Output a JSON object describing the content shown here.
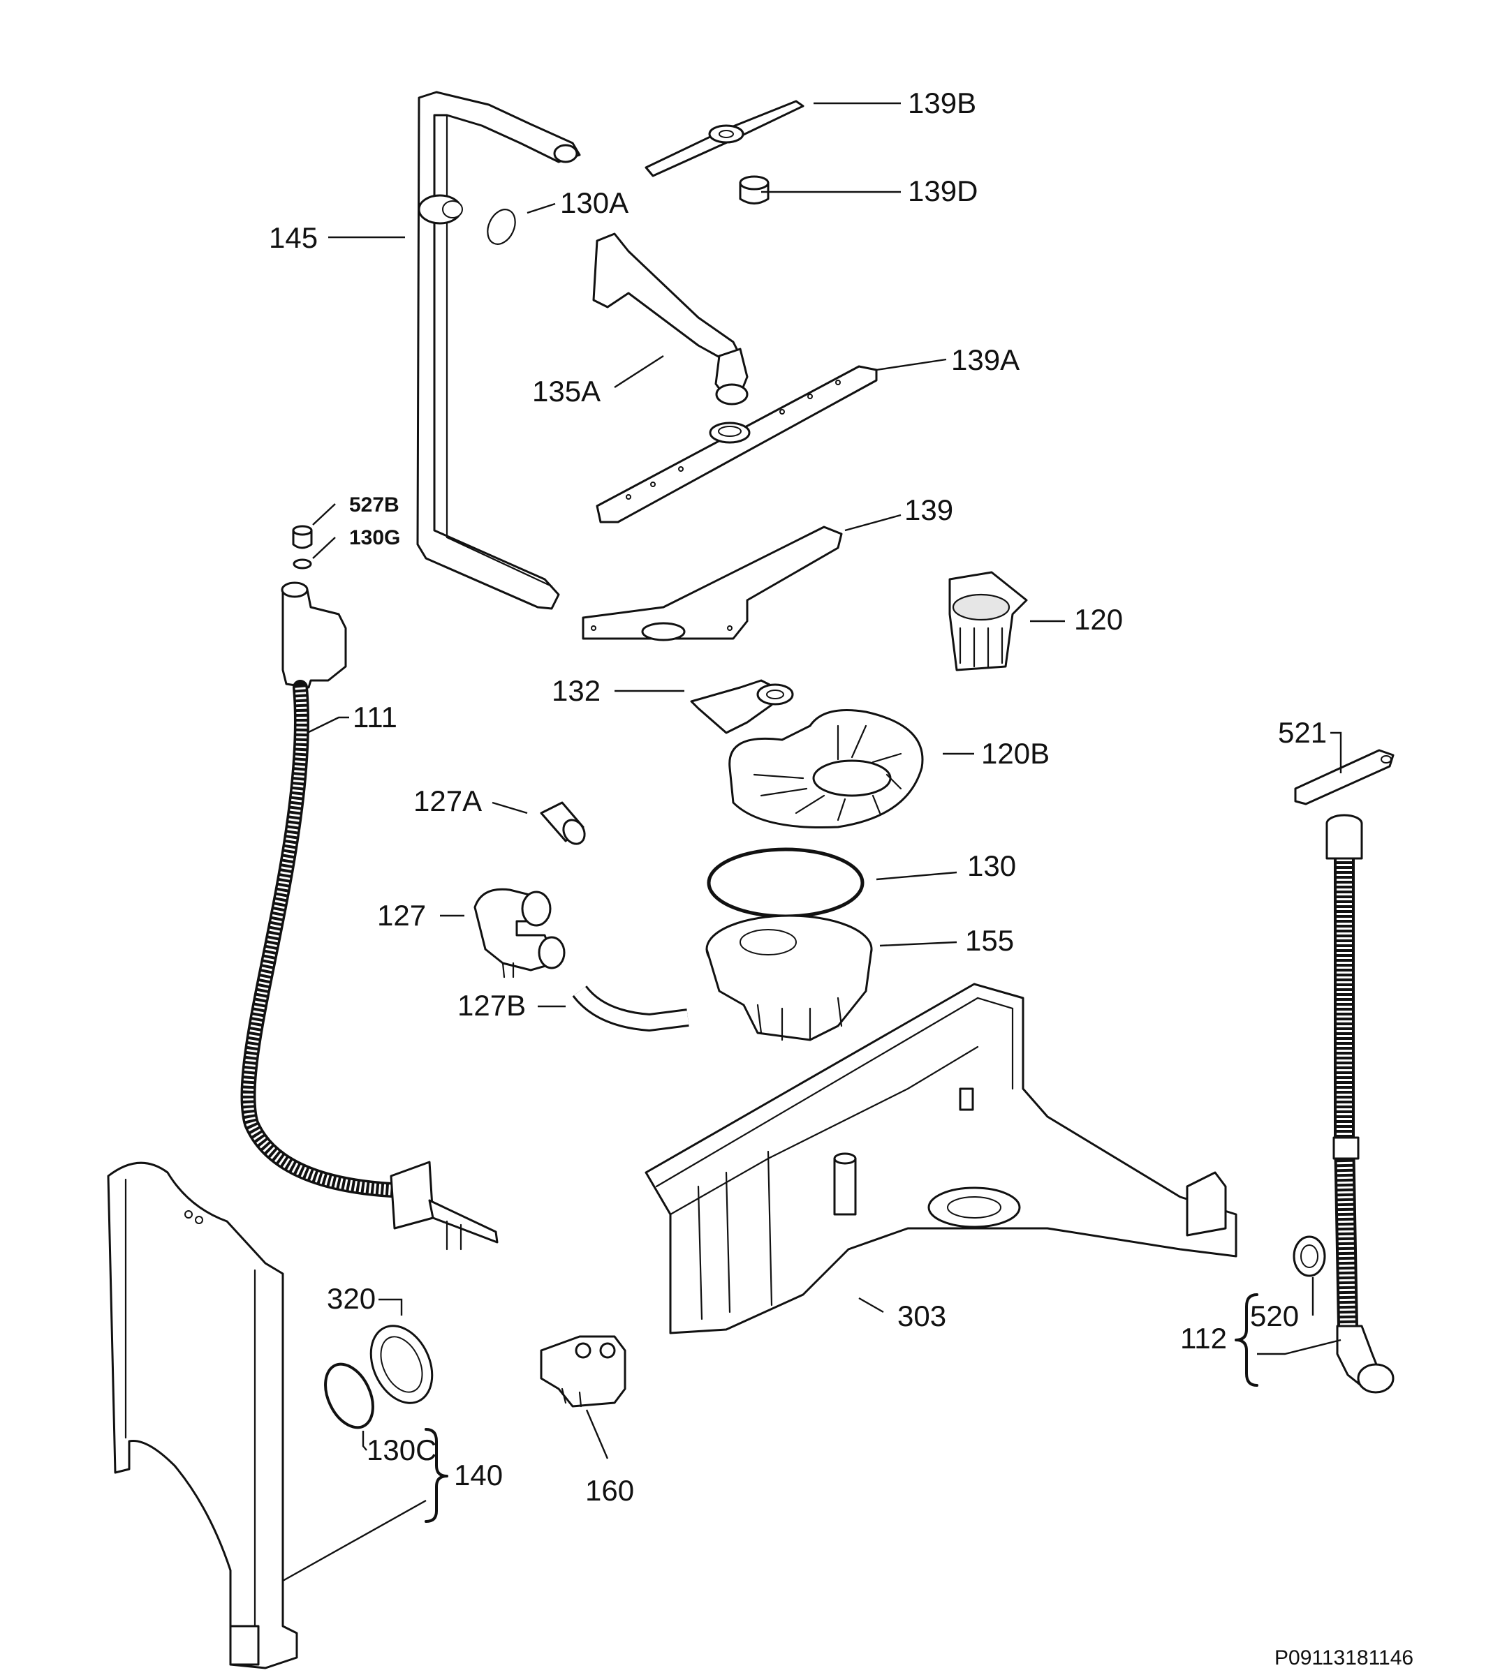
{
  "labels": {
    "l139B": "139B",
    "l139D": "139D",
    "l130A": "130A",
    "l145": "145",
    "l139A": "139A",
    "l135A": "135A",
    "l527B": "527B",
    "l130G": "130G",
    "l139": "139",
    "l120": "120",
    "l111": "111",
    "l132": "132",
    "l521": "521",
    "l120B": "120B",
    "l127A": "127A",
    "l130": "130",
    "l127": "127",
    "l155": "155",
    "l127B": "127B",
    "l303": "303",
    "l320": "320",
    "l520": "520",
    "l112": "112",
    "l130C": "130C",
    "l140": "140",
    "l160": "160"
  },
  "reference": "P09113181146"
}
